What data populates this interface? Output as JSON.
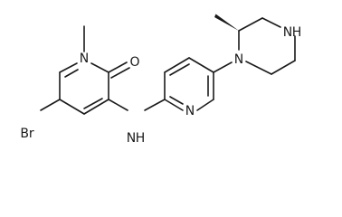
{
  "molecule": {
    "atoms": {
      "n_pyridone": "N",
      "o_carbonyl": "O",
      "br": "Br",
      "n_amine": "N",
      "h_amine": "H",
      "n_pyridine": "N",
      "n_piperazine_1": "N",
      "n_piperazine_4": "N",
      "h_piperazine": "H"
    }
  }
}
